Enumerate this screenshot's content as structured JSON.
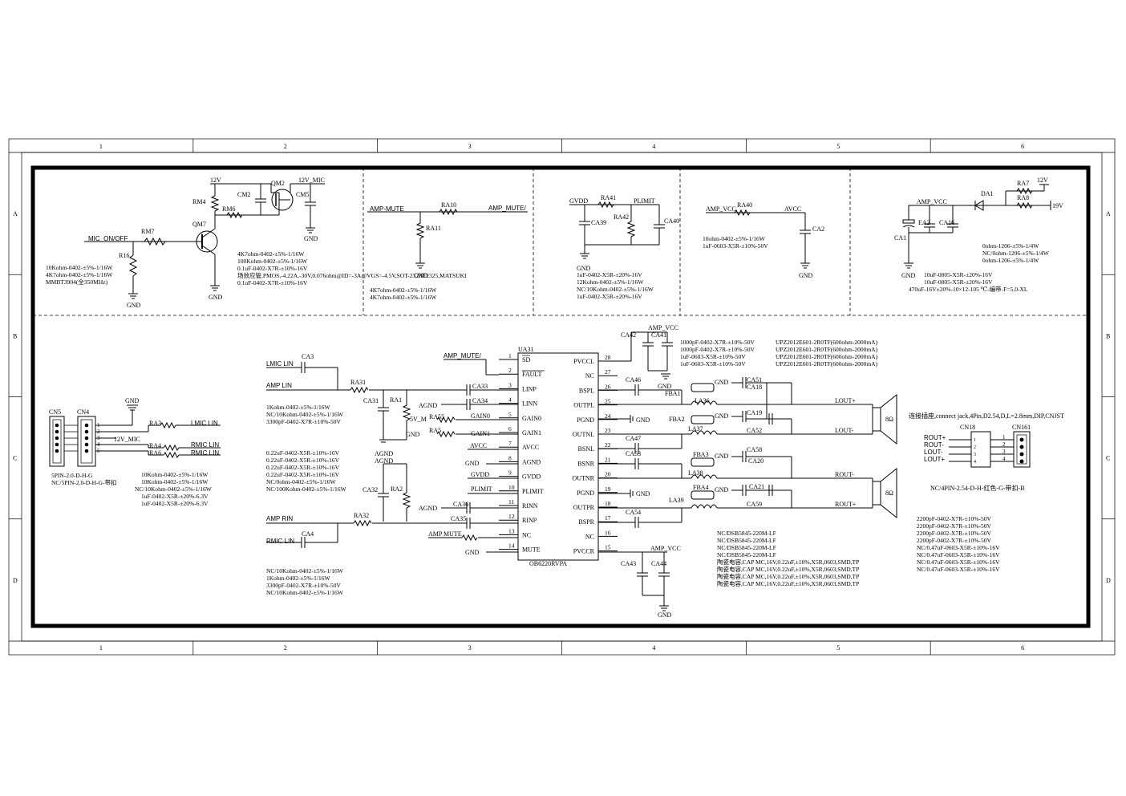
{
  "frame": {
    "columns": [
      "1",
      "2",
      "3",
      "4",
      "5",
      "6"
    ],
    "rows": [
      "A",
      "B",
      "C",
      "D"
    ]
  },
  "sheet": {
    "mic_switch": {
      "net_12v": "12V",
      "net_12v_mic": "12V_MIC",
      "net_mic_on_off": "MIC_ON/OFF",
      "gnd": "GND",
      "refs": {
        "qm2": "QM2",
        "cm2": "CM2",
        "cm5": "CM5",
        "rm4": "RM4",
        "rm6": "RM6",
        "qm7": "QM7",
        "rm7": "RM7",
        "r16": "R16"
      },
      "notes_left": [
        "10Kohm-0402-±5%-1/16W",
        "4K7ohm-0402-±5%-1/16W",
        "MMBT3904(全350MHz)"
      ],
      "notes_right": [
        "4K7ohm-0402-±5%-1/16W",
        "100Kohm-0402-±5%-1/16W",
        "0.1uF-0402-X7R-±10%-16V",
        "场效应管,PMOS,-4.22A,-30V,0.076ohm@ID=-3A@VGS=-4.5V,SOT-23,ME2325,MATSUKI",
        "0.1uF-0402-X7R-±10%-16V"
      ]
    },
    "amp_mute": {
      "net_in": "AMP-MUTE",
      "net_out": "AMP_MUTE/",
      "gnd": "GND",
      "refs": {
        "ra10": "RA10",
        "ra11": "RA11"
      },
      "notes": [
        "4K7ohm-0402-±5%-1/16W",
        "4K7ohm-0402-±5%-1/16W"
      ]
    },
    "plimit": {
      "net_gvdd": "GVDD",
      "net_plimit": "PLIMIT",
      "gnd": "GND",
      "refs": {
        "ra41": "RA41",
        "ra42": "RA42",
        "ca39": "CA39",
        "ca40": "CA40"
      },
      "notes": [
        "1uF-0402-X5R-±20%-16V",
        "12Kohm-0402-±5%-1/16W",
        "NC/10Kohm-0402-±5%-1/16W",
        "1uF-0402-X5R-±20%-16V"
      ]
    },
    "avcc": {
      "net_amp_vcc": "AMP_VCC",
      "net_avcc": "AVCC",
      "gnd": "GND",
      "refs": {
        "ra40": "RA40",
        "ca2": "CA2"
      },
      "notes": [
        "10ohm-0402-±5%-1/16W",
        "1uF-0603-X5R-±10%-50V"
      ]
    },
    "power_in": {
      "net_amp_vcc": "AMP_VCC",
      "net_12v": "12V",
      "net_19v": "19V",
      "gnd": "GND",
      "refs": {
        "da1": "DA1",
        "ra7": "RA7",
        "ra8": "RA8",
        "ca1": "CA1",
        "ea2": "EA2",
        "ca16": "CA16"
      },
      "notes_right": [
        "0ohm-1206-±5%-1/4W",
        "NC/0ohm-1206-±5%-1/4W",
        "0ohm-1206-±5%-1/4W"
      ],
      "notes_bottom": [
        "10uF-0805-X5R-±20%-16V",
        "10uF-0805-X5R-±20%-16V",
        "470uF-16V±20%-10×12-105 ℃-编带-F=5.0-XL"
      ]
    },
    "connector_in": {
      "cn5": "CN5",
      "cn4": "CN4",
      "gnd": "GND",
      "net_12v_mic": "12V_MIC",
      "pins": [
        "1",
        "2",
        "3",
        "4",
        "5"
      ],
      "refs": {
        "ra3": "RA3",
        "ra4": "RA4",
        "ra6": "RA6"
      },
      "nets": {
        "lmic": "LMIC LIN",
        "rmic": "RMIC LIN",
        "rmic2": "RMIC LIN"
      },
      "notes_left": [
        "5PIN-2.0-D-H-G",
        "NC/5PIN-2.0-D-H-G-带扣"
      ],
      "notes_right": [
        "10Kohm-0402-±5%-1/16W",
        "10Kohm-0402-±5%-1/16W",
        "NC/10Kohm-0402-±5%-1/16W",
        "1uF-0402-X5R-±20%-6.3V",
        "1uF-0402-X5R-±20%-6.3V"
      ]
    },
    "amp": {
      "ref": "UA31",
      "part": "OB6220RVPA",
      "left_pins": [
        {
          "num": "1",
          "name": "SD"
        },
        {
          "num": "2",
          "name": "FAULT"
        },
        {
          "num": "3",
          "name": "LINP"
        },
        {
          "num": "4",
          "name": "LINN"
        },
        {
          "num": "5",
          "name": "GAIN0"
        },
        {
          "num": "6",
          "name": "GAIN1"
        },
        {
          "num": "7",
          "name": "AVCC"
        },
        {
          "num": "8",
          "name": "AGND"
        },
        {
          "num": "9",
          "name": "GVDD"
        },
        {
          "num": "10",
          "name": "PLIMIT"
        },
        {
          "num": "11",
          "name": "RINN"
        },
        {
          "num": "12",
          "name": "RINP"
        },
        {
          "num": "13",
          "name": "NC"
        },
        {
          "num": "14",
          "name": "MUTE"
        }
      ],
      "right_pins": [
        {
          "num": "28",
          "name": "PVCCL"
        },
        {
          "num": "27",
          "name": "NC"
        },
        {
          "num": "26",
          "name": "BSPL"
        },
        {
          "num": "25",
          "name": "OUTPL"
        },
        {
          "num": "24",
          "name": "PGND"
        },
        {
          "num": "23",
          "name": "OUTNL"
        },
        {
          "num": "22",
          "name": "BSNL"
        },
        {
          "num": "21",
          "name": "BSNR"
        },
        {
          "num": "20",
          "name": "OUTNR"
        },
        {
          "num": "19",
          "name": "PGND"
        },
        {
          "num": "18",
          "name": "OUTPR"
        },
        {
          "num": "17",
          "name": "BSPR"
        },
        {
          "num": "16",
          "name": "NC"
        },
        {
          "num": "15",
          "name": "PVCCR"
        }
      ],
      "nets": {
        "amp_mute": "AMP_MUTE/",
        "lmic_lin": "LMIC LIN",
        "amp_lin": "AMP LIN",
        "amp_rin": "AMP RIN",
        "rmic_lin": "RMIC LIN",
        "agnd": "AGND",
        "gnd": "GND",
        "v5m": "5V_M",
        "gain0": "GAIN0",
        "gain1": "GAIN1",
        "avcc": "AVCC",
        "gvdd": "GVDD",
        "plimit": "PLIMIT",
        "amp_mute2": "AMP MUTE",
        "amp_vcc": "AMP_VCC"
      },
      "refs": {
        "ca3": "CA3",
        "ra31": "RA31",
        "ca31": "CA31",
        "ra1": "RA1",
        "ca33": "CA33",
        "ca34": "CA34",
        "ra55": "RA55",
        "ra5": "RA5",
        "ca32": "CA32",
        "ra2": "RA2",
        "ca36": "CA36",
        "ca35": "CA35",
        "ra32": "RA32",
        "ca4": "CA4",
        "ca42": "CA42",
        "ca41": "CA41",
        "ca43": "CA43",
        "ca44": "CA44"
      },
      "notes_lin": [
        "1Kohm-0402-±5%-1/16W",
        "NC/10Kohm-0402-±5%-1/16W",
        "3300pF-0402-X7R-±10%-50V"
      ],
      "notes_mid": [
        "0.22uF-0402-X5R-±10%-16V",
        "0.22uF-0402-X5R-±10%-16V",
        "0.22uF-0402-X5R-±10%-16V",
        "0.22uF-0402-X5R-±10%-16V",
        "NC/0ohm-0402-±5%-1/16W",
        "NC/100Kohm-0402-±5%-1/16W"
      ],
      "notes_rin": [
        "NC/10Kohm-0402-±5%-1/16W",
        "1Kohm-0402-±5%-1/16W",
        "3300pF-0402-X7R-±10%-50V",
        "NC/10Kohm-0402-±5%-1/16W"
      ]
    },
    "output": {
      "refs": {
        "ca46": "CA46",
        "fba1": "FBA1",
        "la36": "LA36",
        "fba2": "FBA2",
        "la37": "LA37",
        "ca47": "CA47",
        "ca53": "CA53",
        "fba3": "FBA3",
        "la38": "LA38",
        "fba4": "FBA4",
        "la39": "LA39",
        "ca54": "CA54",
        "ca51": "CA51",
        "ca18": "CA18",
        "ca19": "CA19",
        "ca52": "CA52",
        "ca58": "CA58",
        "ca20": "CA20",
        "ca21": "CA21",
        "ca59": "CA59"
      },
      "nets": {
        "lout_p": "LOUT+",
        "lout_n": "LOUT-",
        "rout_n": "ROUT-",
        "rout_p": "ROUT+",
        "gnd": "GND",
        "amp_vcc": "AMP_VCC"
      },
      "speaker": "8Ω",
      "notes_cap": [
        "1000pF-0402-X7R-±10%-50V",
        "1000pF-0402-X7R-±10%-50V",
        "1uF-0603-X5R-±10%-50V",
        "1uF-0603-X5R-±10%-50V"
      ],
      "notes_fb": [
        "UPZ2012E601-2R0TF(600ohm-2000mA)",
        "UPZ2012E601-2R0TF(600ohm-2000mA)",
        "UPZ2012E601-2R0TF(600ohm-2000mA)",
        "UPZ2012E601-2R0TF(600ohm-2000mA)"
      ],
      "notes_l": [
        "NC/DSB5845-220M-LF",
        "NC/DSB5845-220M-LF",
        "NC/DSB5845-220M-LF",
        "NC/DSB5845-220M-LF",
        "陶瓷电容,CAP MC,16V,0.22uF,±10%,X5R,0603,SMD,TP",
        "陶瓷电容,CAP MC,16V,0.22uF,±10%,X5R,0603,SMD,TP",
        "陶瓷电容,CAP MC,16V,0.22uF,±10%,X5R,0603,SMD,TP",
        "陶瓷电容,CAP MC,16V,0.22uF,±10%,X5R,0603,SMD,TP"
      ]
    },
    "connector_out": {
      "title": "连接插座,connect jack,4Pin,D2.54,D,L=2.8mm,DIP,CNJST",
      "cn18": "CN18",
      "cn161": "CN161",
      "nets": [
        "ROUT+",
        "ROUT-",
        "LOUT-",
        "LOUT+"
      ],
      "pins": [
        "1",
        "2",
        "3",
        "4"
      ],
      "part": "NC/4PIN-2.54-D-H-红色-G-带扣-B",
      "notes": [
        "2200pF-0402-X7R-±10%-50V",
        "2200pF-0402-X7R-±10%-50V",
        "2200pF-0402-X7R-±10%-50V",
        "2200pF-0402-X7R-±10%-50V",
        "NC/0.47uF-0603-X5R-±10%-16V",
        "NC/0.47uF-0603-X5R-±10%-16V",
        "NC/0.47uF-0603-X5R-±10%-16V",
        "NC/0.47uF-0603-X5R-±10%-16V"
      ]
    }
  }
}
